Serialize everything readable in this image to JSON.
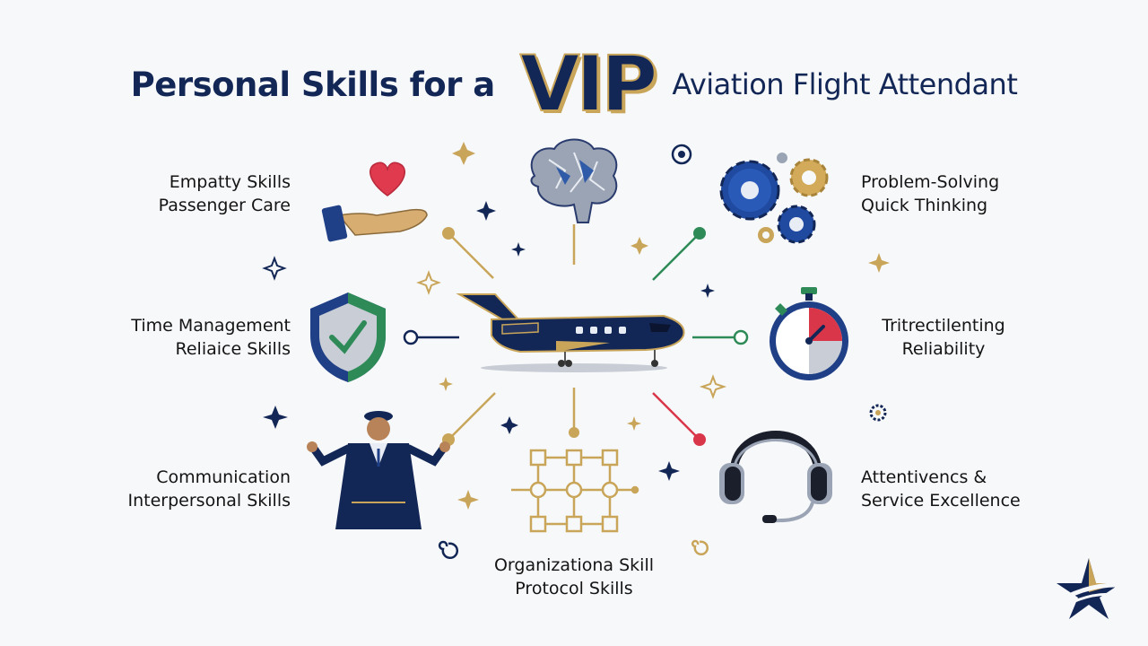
{
  "title": {
    "part1": "Personal Skills for a",
    "highlight": "VIP",
    "part2": "Aviation Flight Attendant"
  },
  "skills": [
    {
      "line1": "Empatty Skills",
      "line2": "Passenger Care",
      "icon": "heart-hand-icon"
    },
    {
      "line1": "Problem-Solving",
      "line2": "Quick Thinking",
      "icon": "gears-icon"
    },
    {
      "line1": "Time Management",
      "line2": "Reliaice Skills",
      "icon": "shield-check-icon"
    },
    {
      "line1": "Tritrectilenting",
      "line2": "Reliability",
      "icon": "stopwatch-icon"
    },
    {
      "line1": "Communication",
      "line2": "Interpersonal Skills",
      "icon": "flight-attendant-icon"
    },
    {
      "line1": "Attentivencs &",
      "line2": "Service Excellence",
      "icon": "headset-icon"
    },
    {
      "line1": "Organizationa Skill",
      "line2": "Protocol Skills",
      "icon": "flowchart-icon"
    }
  ],
  "center_icon": "private-jet-icon",
  "brain_icon": "brain-icon",
  "logo_icon": "star-logo-icon",
  "colors": {
    "navy": "#132757",
    "gold": "#c9a55a",
    "green": "#2e8b57",
    "red": "#d9364a",
    "blue": "#2a5aa8"
  }
}
